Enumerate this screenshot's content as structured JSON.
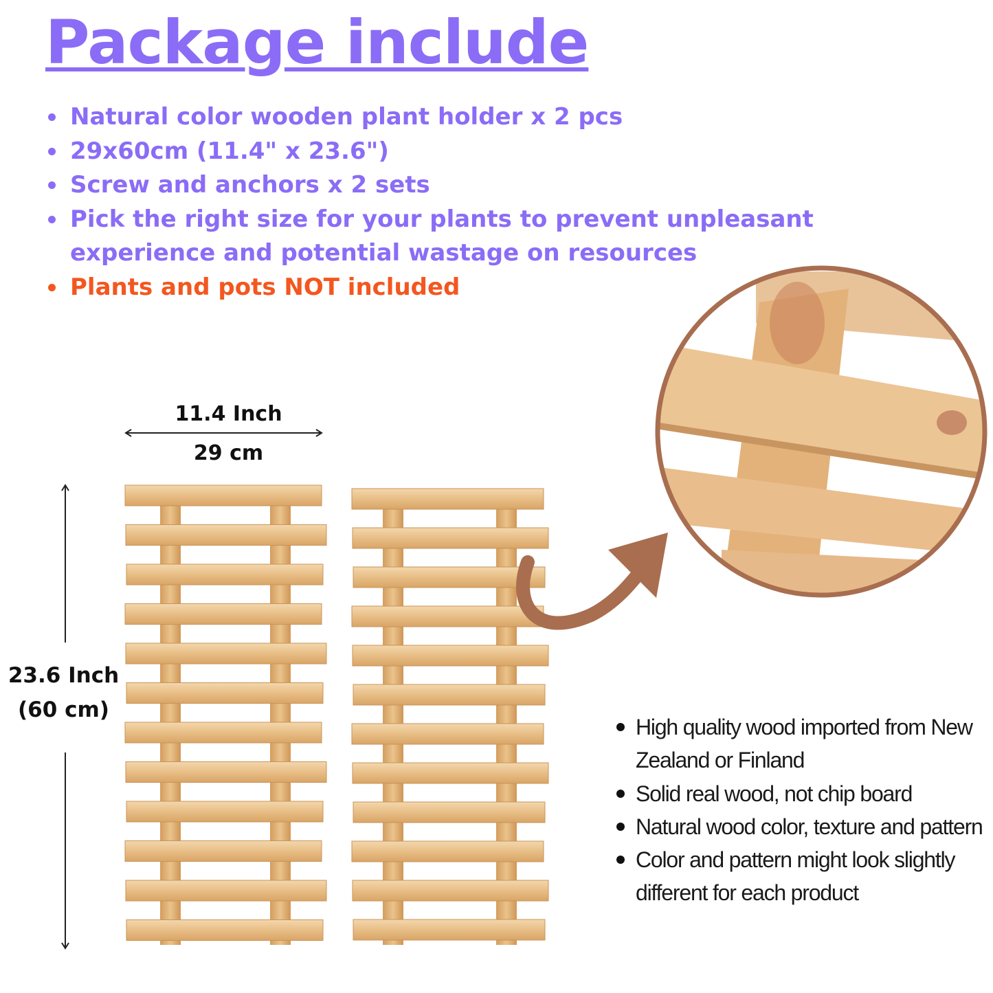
{
  "title": "Package include",
  "package_items": [
    {
      "text": "Natural color wooden plant holder x 2 pcs",
      "color": "#8b6cf6"
    },
    {
      "text": "29x60cm (11.4\" x 23.6\")",
      "color": "#8b6cf6"
    },
    {
      "text": "Screw and anchors x 2 sets",
      "color": "#8b6cf6"
    },
    {
      "text": "Pick the right size for your plants to prevent unpleasant experience and potential wastage on resources",
      "color": "#8b6cf6"
    },
    {
      "text": "Plants and pots NOT included",
      "color": "#f3571f"
    }
  ],
  "dimensions": {
    "width_inch": "11.4 Inch",
    "width_cm": "29 cm",
    "height_inch": "23.6 Inch",
    "height_cm": "(60 cm)"
  },
  "features": [
    "High quality wood imported from New Zealand or Finland",
    "Solid real wood, not chip board",
    "Natural wood color, texture and pattern",
    "Color and pattern might look slightly different for each product"
  ],
  "colors": {
    "accent": "#8b6cf6",
    "warning": "#f3571f",
    "wood": "#e8c08a",
    "arrow": "#a86e4f"
  },
  "icons": [
    "bullet-dot-icon",
    "double-arrow-horizontal-icon",
    "double-arrow-vertical-icon",
    "curved-arrow-icon",
    "magnifier-circle-icon"
  ]
}
